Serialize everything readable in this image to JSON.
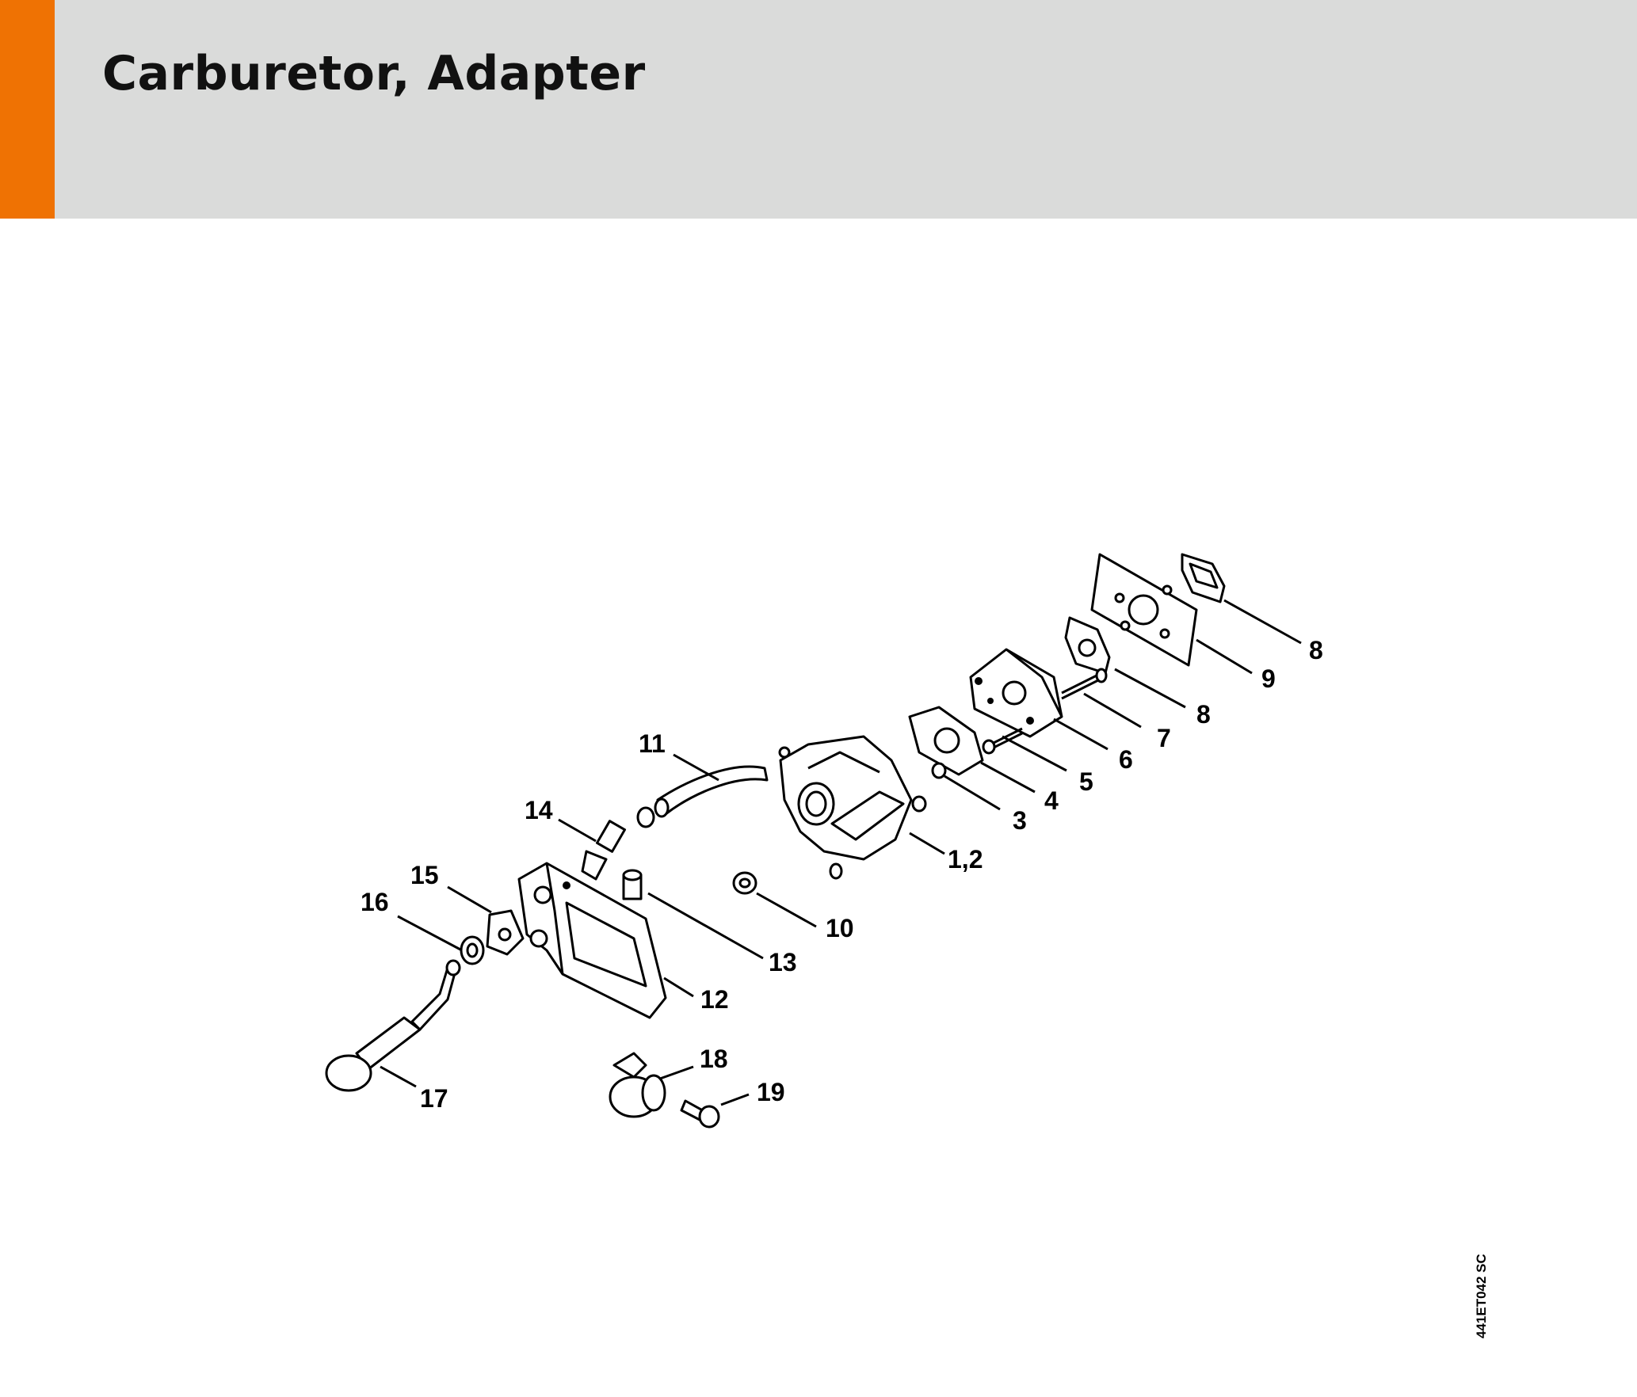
{
  "header": {
    "title": "Carburetor, Adapter",
    "accent_color": "#ef7203",
    "background_color": "#dadbda"
  },
  "callouts": {
    "c1_2": "1,2",
    "c3": "3",
    "c4": "4",
    "c5": "5",
    "c6": "6",
    "c7": "7",
    "c8a": "8",
    "c8b": "8",
    "c9": "9",
    "c10": "10",
    "c11": "11",
    "c12": "12",
    "c13": "13",
    "c14": "14",
    "c15": "15",
    "c16": "16",
    "c17": "17",
    "c18": "18",
    "c19": "19"
  },
  "drawing_code": "441ET042 SC"
}
